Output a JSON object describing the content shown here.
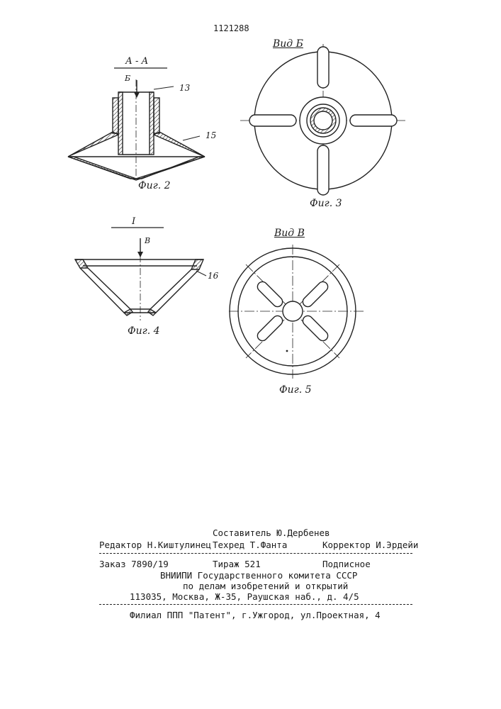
{
  "patent_number": "1121288",
  "figures": {
    "fig2": {
      "section_label": "А - А",
      "view_arrow_label": "Б",
      "part_13": "13",
      "part_15": "15",
      "caption": "Фиг. 2"
    },
    "fig3": {
      "view_title": "Вид Б",
      "caption": "Фиг. 3"
    },
    "fig4": {
      "section_label": "I",
      "view_arrow_label": "В",
      "part_16": "16",
      "caption": "Фиг. 4"
    },
    "fig5": {
      "view_title": "Вид В",
      "caption": "Фиг. 5"
    }
  },
  "imprint": {
    "compiler": "Составитель Ю.Дербенев",
    "editor": "Редактор Н.Киштулинец",
    "tech_editor": "Техред Т.Фанта",
    "proofreader": "Корректор И.Эрдейи",
    "order": "Заказ 7890/19",
    "circulation": "Тираж 521",
    "subscription": "Подписное",
    "org_line1": "ВНИИПИ Государственного комитета СССР",
    "org_line2": "по делам изобретений и открытий",
    "address": "113035, Москва, Ж-35, Раушская наб., д. 4/5",
    "branch": "Филиал ППП \"Патент\", г.Ужгород, ул.Проектная, 4"
  }
}
